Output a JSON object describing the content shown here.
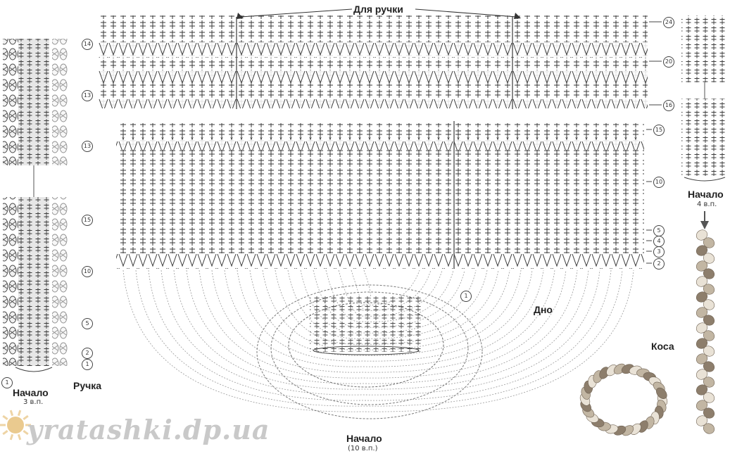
{
  "labels": {
    "handle_top": "Для ручки",
    "bottom": "Дно",
    "braid": "Коса",
    "handle": "Ручка",
    "start_left": "Начало",
    "start_left_sub": "3 в.п.",
    "start_right": "Начало",
    "start_right_sub": "4 в.п.",
    "start_center": "Начало",
    "start_center_sub": "(10 в.п.)"
  },
  "row_tags": {
    "main_right": [
      "24",
      "20",
      "16",
      "15",
      "10",
      "5",
      "4",
      "3",
      "2"
    ],
    "handle_left_top": [
      "14",
      "13",
      "13"
    ],
    "handle_left_bottom": [
      "15",
      "10",
      "5",
      "2",
      "1"
    ],
    "handle_bottom_left": "1",
    "oval": "1"
  },
  "watermark": "yratashki.dp.ua",
  "colors": {
    "ink": "#3a3a3a",
    "light_ink": "#8a8a8a",
    "braid_dark": "#8d7e6c",
    "braid_light": "#e9e2d6",
    "braid_mid": "#c2b6a3",
    "watermark": "#c9c9c9",
    "sun": "#e3b86a"
  }
}
